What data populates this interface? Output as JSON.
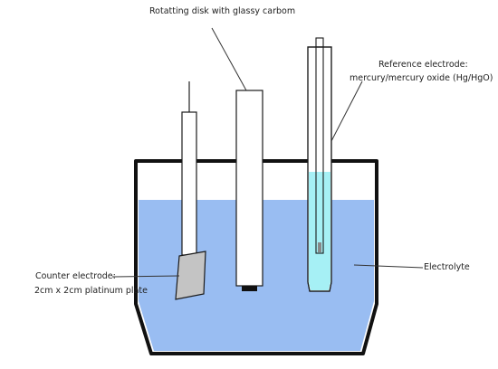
{
  "labels": {
    "rotating_disk": "Rotatting disk with glassy carbom",
    "reference_line1": "Reference electrode:",
    "reference_line2": "mercury/mercury oxide (Hg/HgO)",
    "electrolyte": "Electrolyte",
    "counter_line1": "Counter electrode:",
    "counter_line2": "2cm x 2cm platinum plate"
  },
  "colors": {
    "electrolyte": "#99bdf2",
    "reference_fill": "#a6f0f5",
    "platinum_plate": "#c4c4c4",
    "outline": "#1a1a1a",
    "vessel_wall": "#111111"
  }
}
